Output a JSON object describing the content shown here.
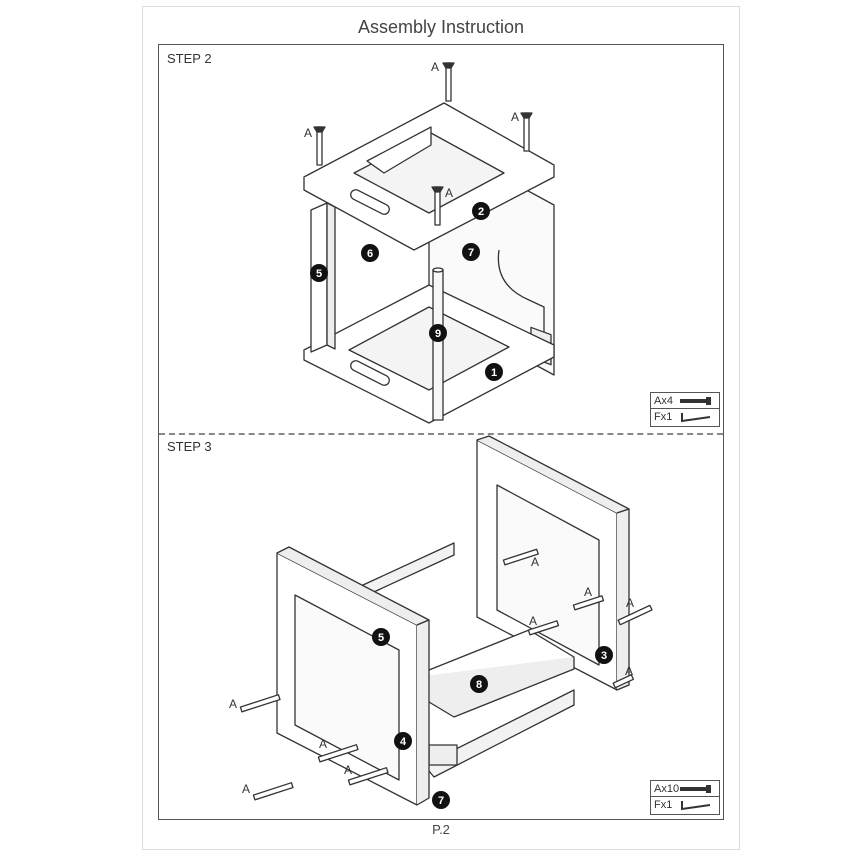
{
  "document": {
    "title": "Assembly Instruction",
    "page": "P.2"
  },
  "step2": {
    "label": "STEP 2",
    "screw_label": "A",
    "parts": [
      "1",
      "2",
      "5",
      "6",
      "7",
      "9"
    ],
    "hardware": [
      {
        "qty": "Ax4",
        "icon": "screw-icon"
      },
      {
        "qty": "Fx1",
        "icon": "allen-key-icon"
      }
    ]
  },
  "step3": {
    "label": "STEP 3",
    "screw_label": "A",
    "parts": [
      "3",
      "4",
      "5",
      "7",
      "8"
    ],
    "hardware": [
      {
        "qty": "Ax10",
        "icon": "screw-icon"
      },
      {
        "qty": "Fx1",
        "icon": "allen-key-icon"
      }
    ]
  }
}
